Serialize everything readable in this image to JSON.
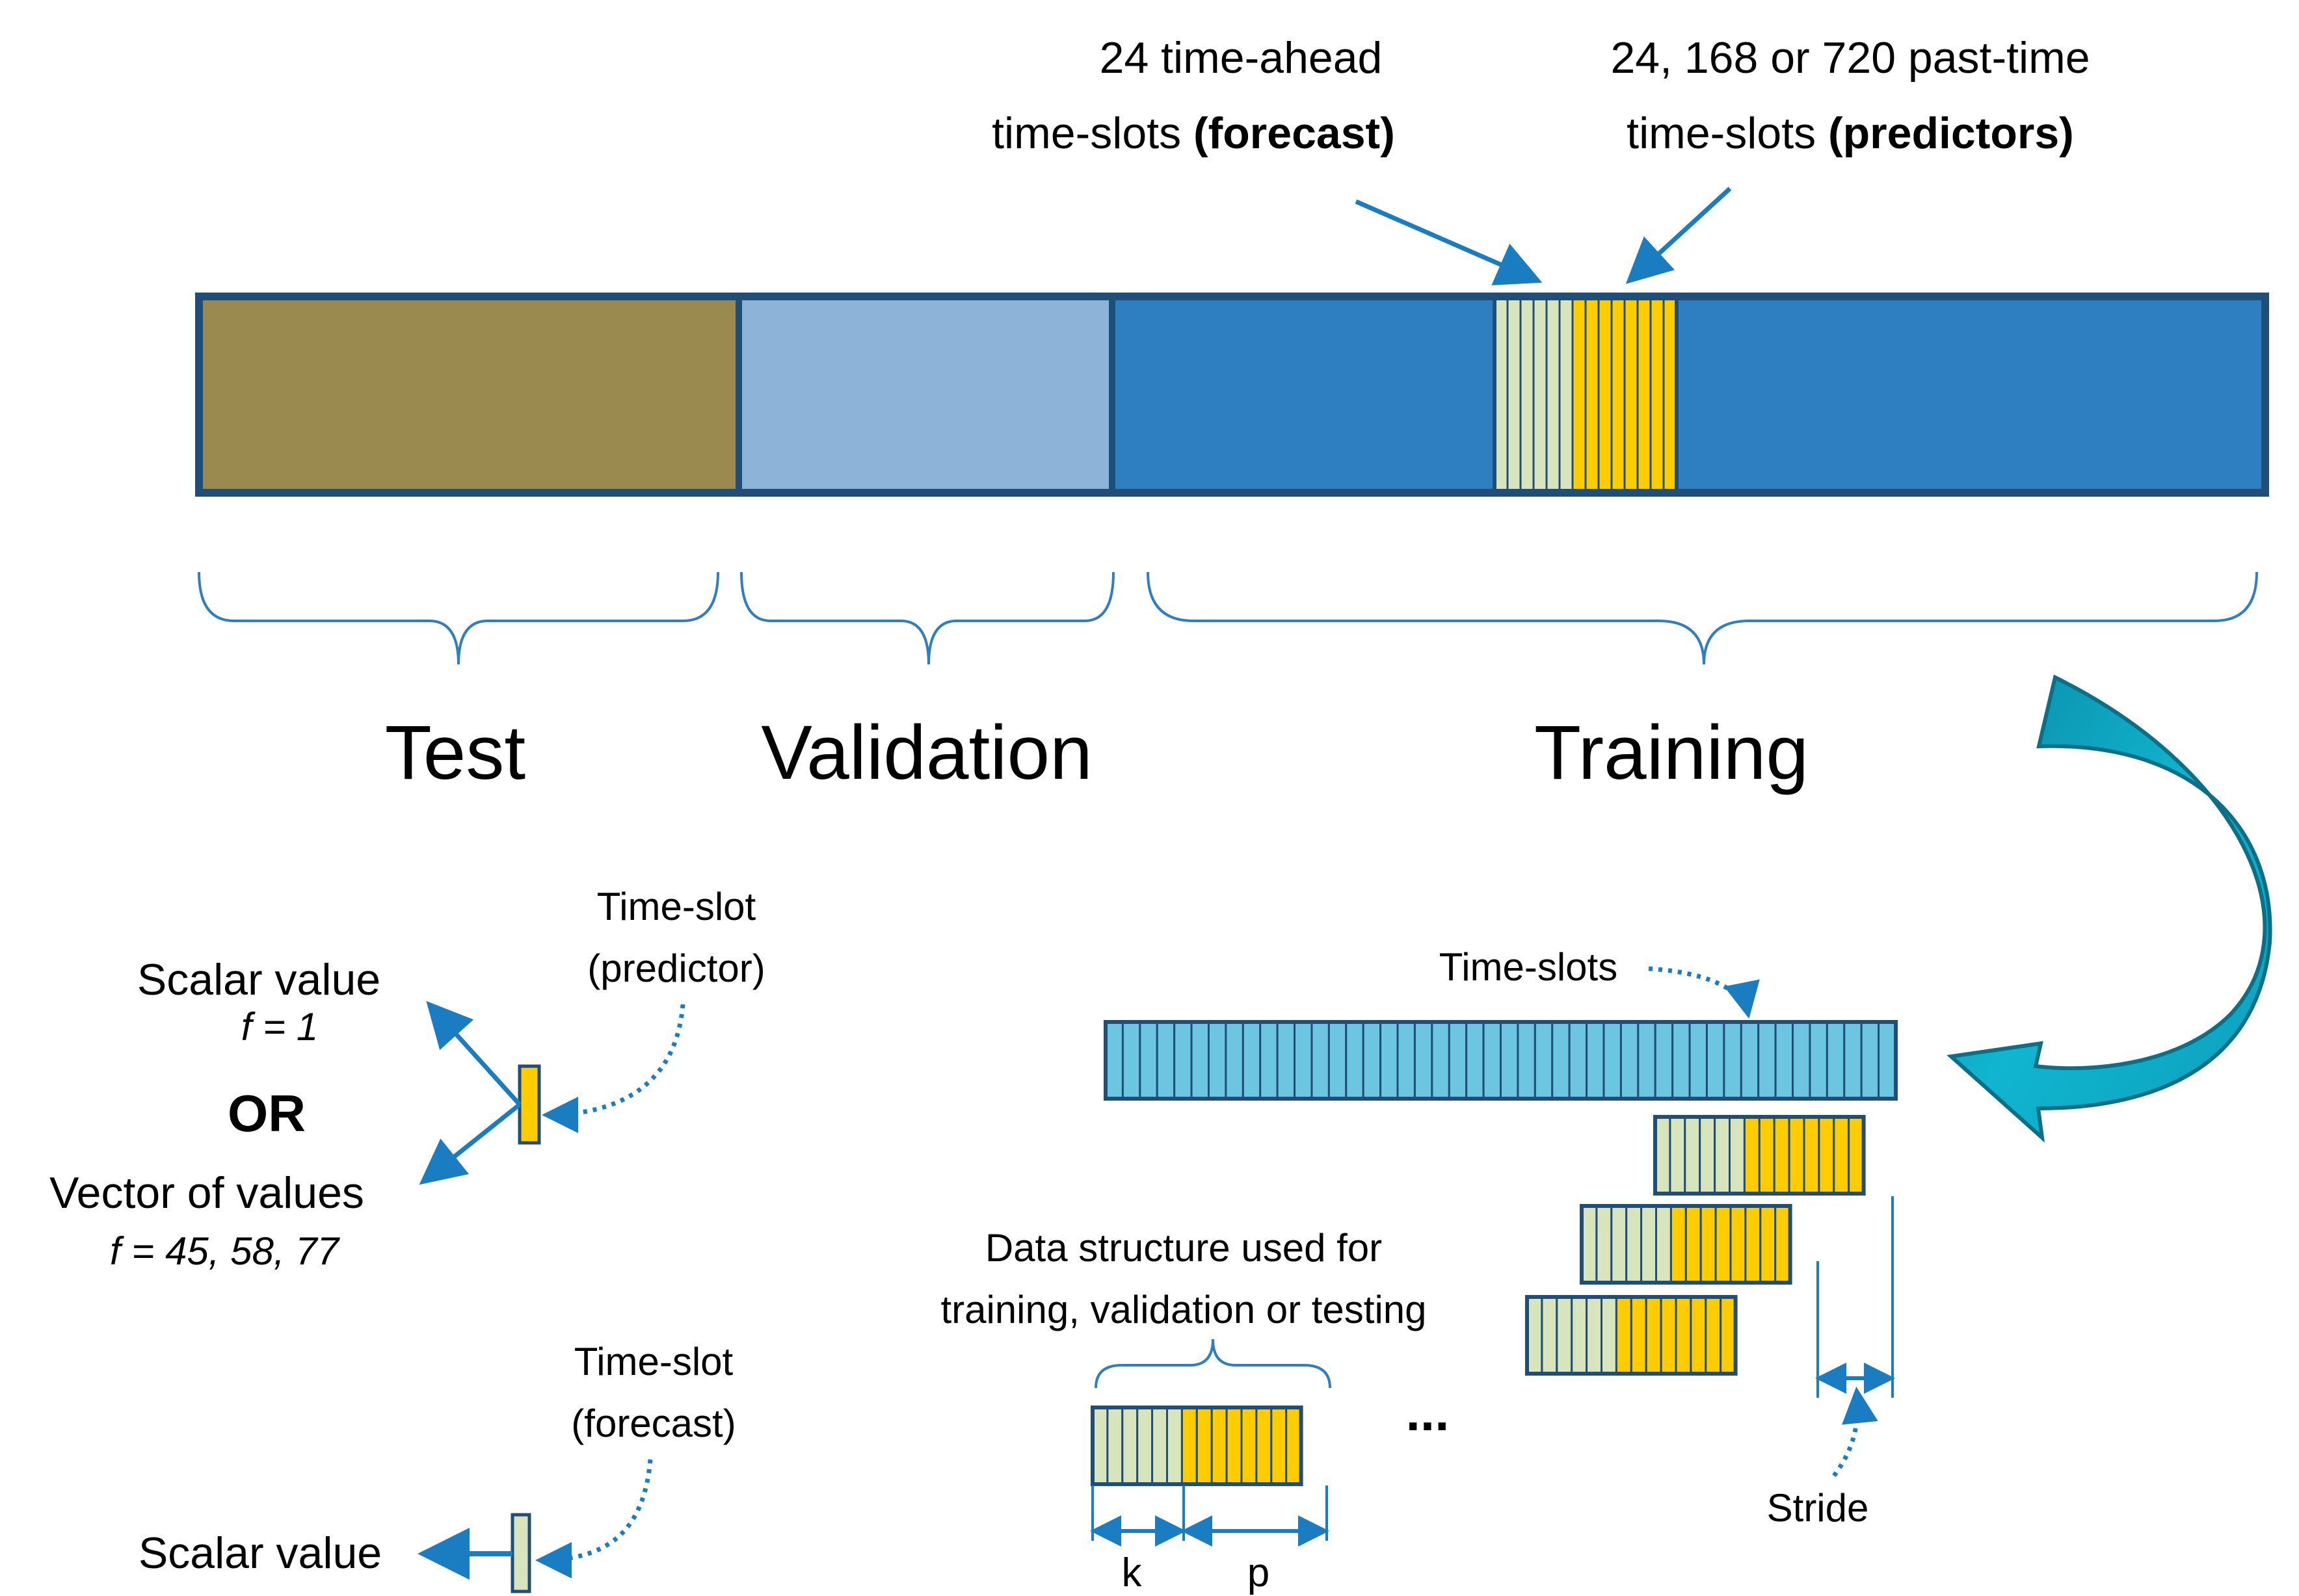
{
  "labels": {
    "forecast_line1": "24 time-ahead",
    "forecast_line2_prefix": "time-slots ",
    "forecast_line2_bold": "(forecast)",
    "predictors_line1": "24, 168 or 720 past-time",
    "predictors_line2_prefix": "time-slots ",
    "predictors_line2_bold": "(predictors)",
    "test": "Test",
    "validation": "Validation",
    "training": "Training",
    "time_slot_predictor_line1": "Time-slot",
    "time_slot_predictor_line2": "(predictor)",
    "scalar_value_top": "Scalar value",
    "f_equals_1": "f = 1",
    "or": "OR",
    "vector_of_values": "Vector of values",
    "f_equals_vector": "f = 45, 58, 77",
    "time_slot_forecast_line1": "Time-slot",
    "time_slot_forecast_line2": "(forecast)",
    "scalar_value_bottom": "Scalar value",
    "time_slots": "Time-slots",
    "data_structure_line1": "Data structure used for",
    "data_structure_line2": "training, validation or testing",
    "ellipsis": "...",
    "k": "k",
    "p": "p",
    "stride": "Stride"
  },
  "colors": {
    "outline": "#1f4e79",
    "test_segment": "#9a8a50",
    "validation_segment": "#8db3d9",
    "training_segment": "#2e7fc1",
    "forecast_slot": "#d8e4bc",
    "predictor_slot": "#ffcc00",
    "time_slot_strip": "#6cc6e2",
    "arrow_blue": "#1a7cc1",
    "curved_arrow": "#0da5bf",
    "curved_arrow_edge": "#0b6f86",
    "slot_divider": "#1f4e79"
  }
}
